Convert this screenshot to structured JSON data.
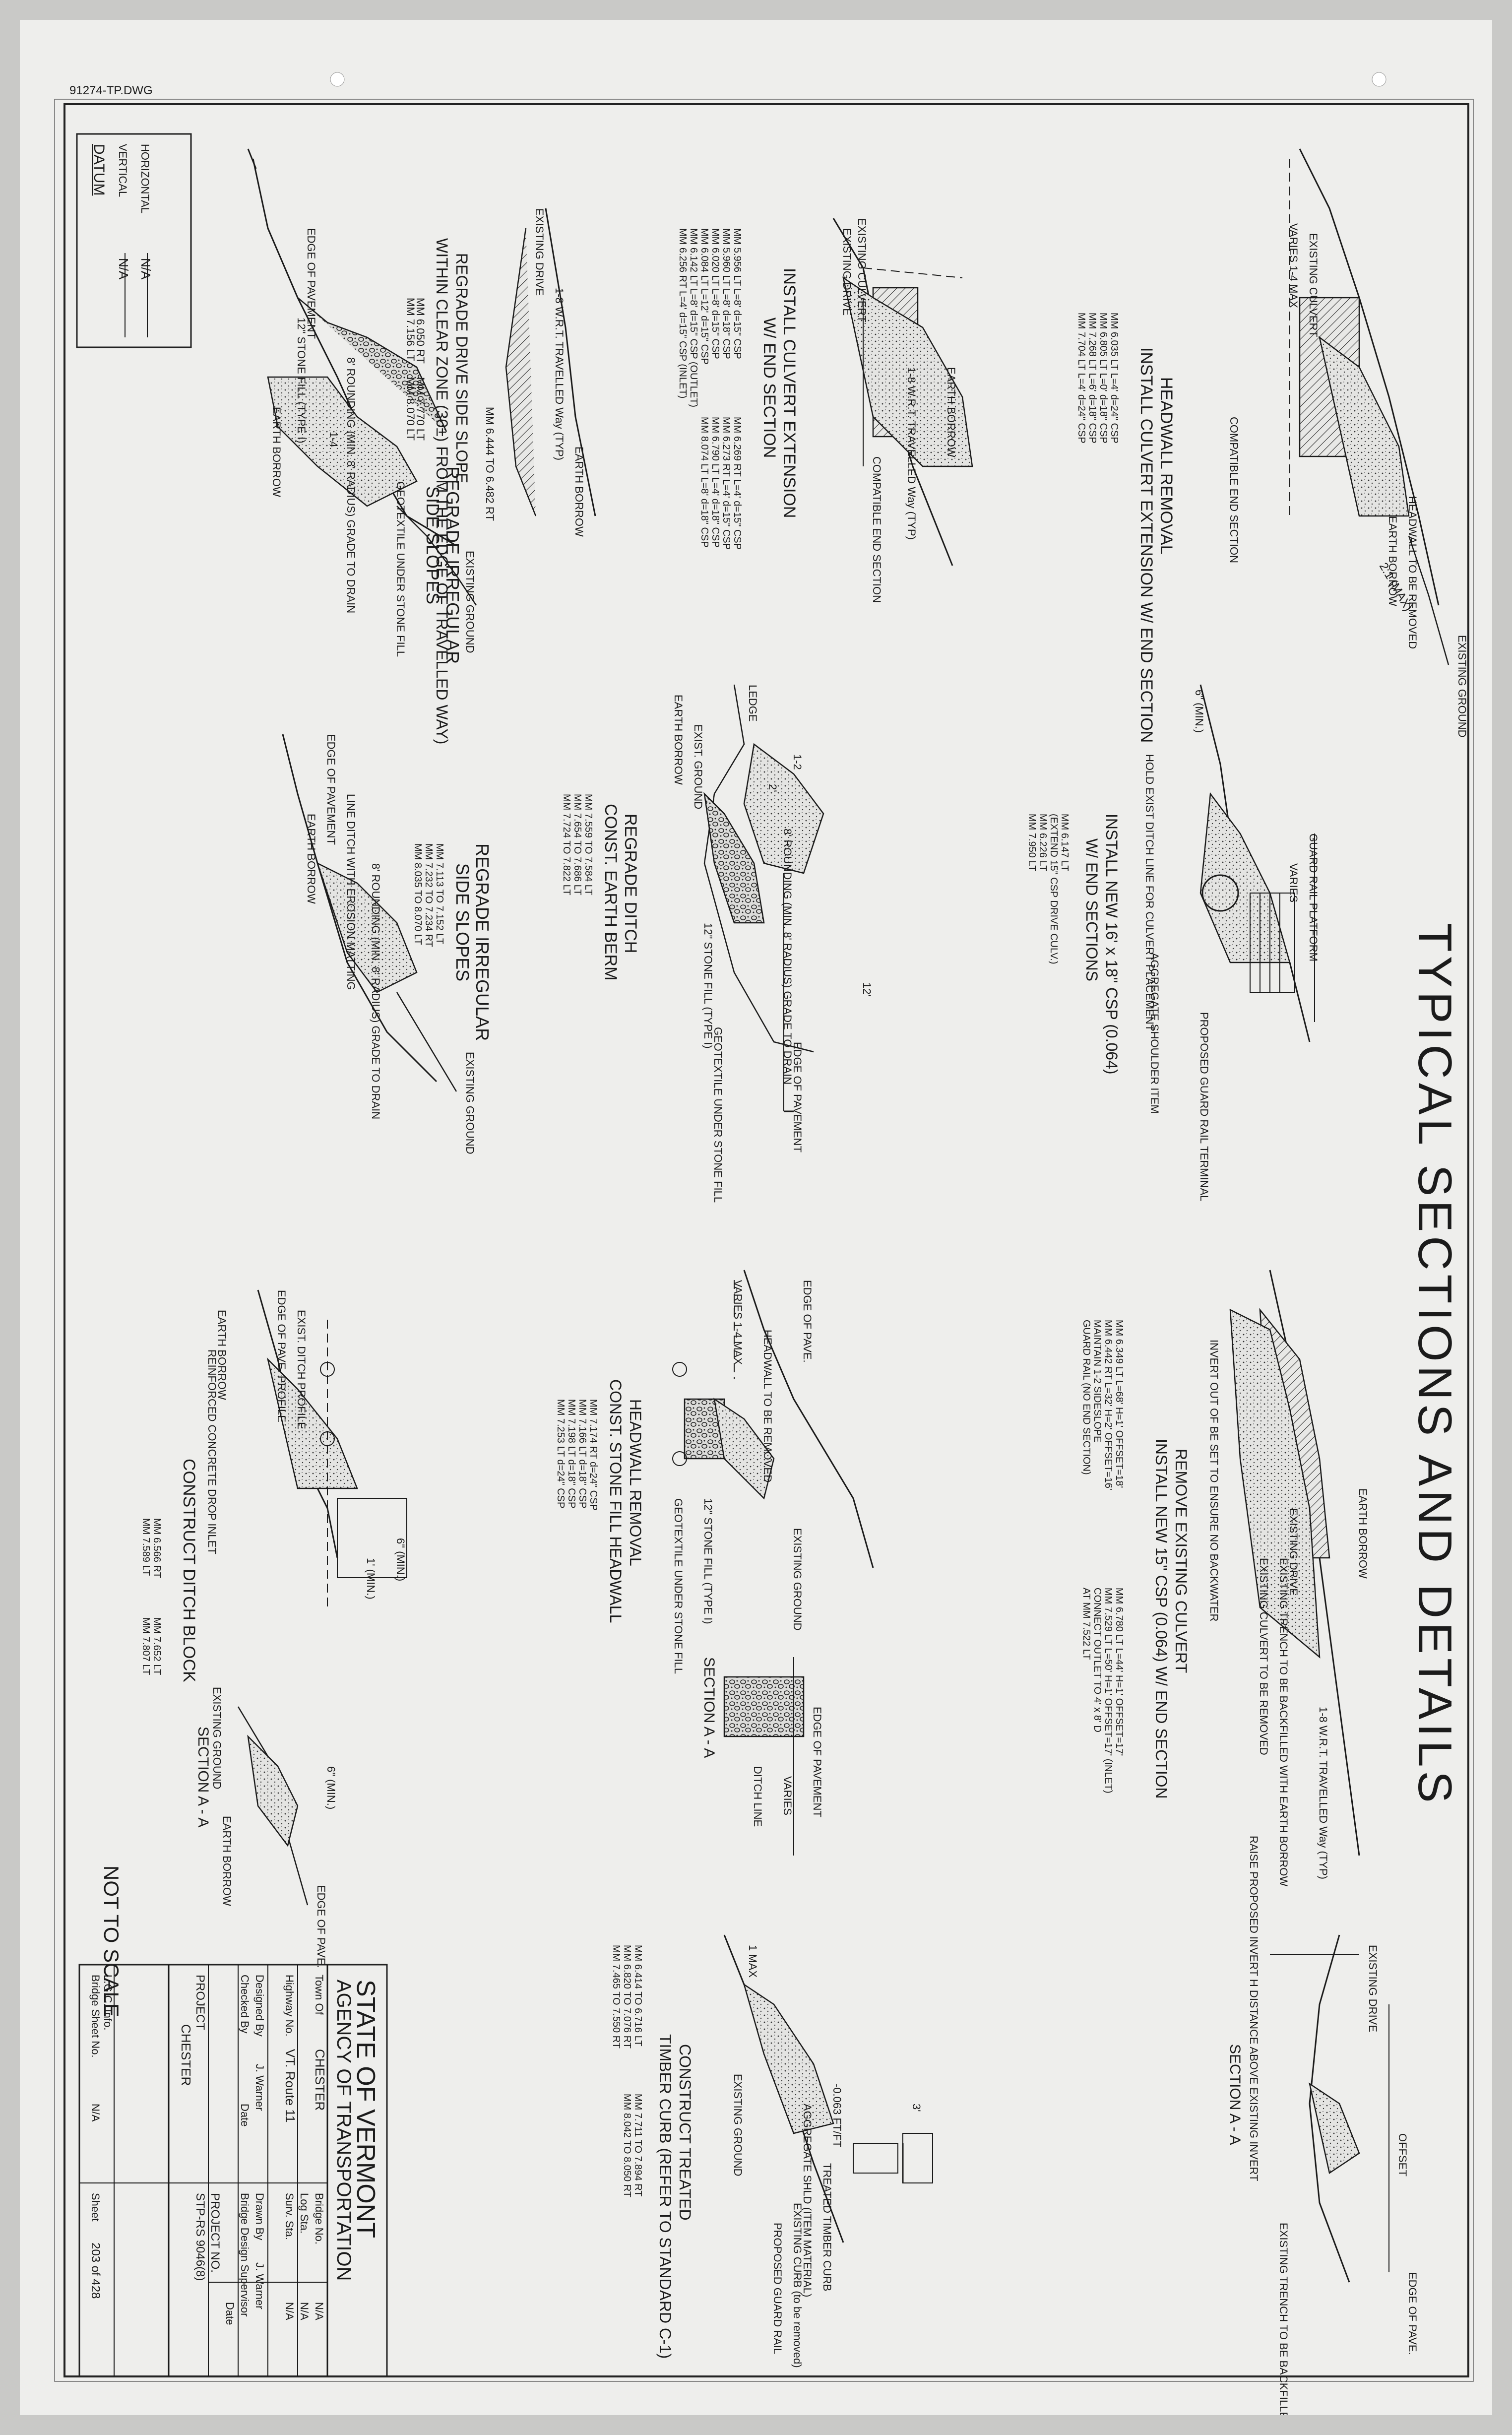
{
  "file_tag": "91274-TP.DWG",
  "title": "TYPICAL SECTIONS AND DETAILS",
  "scale_note": "NOT TO SCALE",
  "datum": {
    "heading": "DATUM",
    "vertical_label": "VERTICAL",
    "vertical_value": "N/A",
    "horizontal_label": "HORIZONTAL",
    "horizontal_value": "N/A"
  },
  "labels": {
    "existing_ground": "EXISTING GROUND",
    "earth_borrow": "EARTH BORROW",
    "edge_of_pavement": "EDGE OF PAVEMENT",
    "edge_of_pave": "EDGE OF PAVE.",
    "existing_drive": "EXISTING DRIVE",
    "existing_culvert": "EXISTING CULVERT",
    "headwall_to_be_removed": "HEADWALL TO BE REMOVED",
    "compatible_end_section": "COMPATIBLE END SECTION",
    "stone_fill_12": "12\" STONE FILL (TYPE I)",
    "geotextile_under_stone_fill": "GEOTEXTILE UNDER STONE FILL",
    "rounding": "8' ROUNDING (MIN. 8' RADIUS) GRADE TO DRAIN",
    "travelled_way": "1-8 W.R.T. TRAVELLED Way (TYP)",
    "slope_1_4": "1-4",
    "slope_1_2": "1-2",
    "slope_2_1_max": "2:1 (MAX)",
    "varies_1_4_max": "VARIES 1-4 MAX",
    "varies": "VARIES",
    "dim_2": "2'",
    "dim_6": "6\"",
    "dim_12": "12'",
    "dim_3": "3'",
    "dim_6_min": "6\" (MIN.)",
    "dim_1_min": "1' (MIN.)",
    "section_a_a": "SECTION A - A",
    "guard_rail_platform": "GUARD RAIL PLATFORM",
    "proposed_guard_rail_terminal": "PROPOSED GUARD RAIL TERMINAL",
    "aggregate_shoulder_item": "AGGREGATE SHOULDER ITEM",
    "aggregate_shld": "AGGREGATE SHLD (ITEM MATERIAL)",
    "hold_exist_ditch": "HOLD EXIST DITCH LINE FOR CULVERT PLACEMENT",
    "existing_trench": "EXISTING TRENCH TO BE BACKFILLED WITH EARTH BORROW",
    "existing_culvert_removed": "EXISTING CULVERT TO BE REMOVED",
    "invert_out": "INVERT OUT OF BE SET TO ENSURE NO BACKWATER",
    "raise_invert": "RAISE PROPOSED INVERT H DISTANCE ABOVE EXISTING INVERT",
    "offset": "OFFSET",
    "ledge": "LEDGE",
    "exist_ground": "EXIST. GROUND",
    "edge_of_pave_profile": "EDGE OF PAVE. PROFILE",
    "exist_ditch_profile": "EXIST. DITCH PROFILE",
    "reinforced_concrete_drop_inlet": "REINFORCED CONCRETE DROP INLET",
    "ditch_line": "DITCH LINE",
    "line_ditch_erosion": "LINE DITCH WITH EROSION MATTING",
    "treated_timber_curb": "TREATED TIMBER CURB",
    "existing_curb_removed": "EXISTING CURB (to be removed)",
    "proposed_guard_rail": "PROPOSED GUARD RAIL",
    "slope_063": "-0.063 FT/FT",
    "max_1": "1 MAX"
  },
  "details": [
    {
      "title": "HEADWALL REMOVAL",
      "subtitle": "INSTALL CULVERT EXTENSION W/ END SECTION",
      "locations": [
        "MM 6.035 LT  L=4'  d=24\" CSP",
        "MM 6.805 LT  L=0'  d=18\" CSP",
        "MM 7.268 LT  L=6'  d=18\" CSP",
        "MM 7.704 LT  L=4'  d=24\" CSP"
      ]
    },
    {
      "title": "INSTALL CULVERT EXTENSION",
      "subtitle": "W/ END SECTION",
      "locations": [
        "MM 5.956 LT  L=8'  d=15\" CSP",
        "MM 5.960 LT  L=8'  d=18\" CSP",
        "MM 6.020 LT  L=8'  d=15\" CSP",
        "MM 6.084 LT  L=12' d=15\" CSP",
        "MM 6.142 LT  L=8'  d=15\" CSP (OUTLET)",
        "MM 6.256 RT  L=4'  d=15\" CSP (INLET)",
        "MM 6.269 RT  L=4'  d=15\" CSP",
        "MM 6.273 RT  L=4'  d=15\" CSP",
        "MM 6.790 LT  L=4'  d=18\" CSP",
        "MM 8.074 LT  L=8'  d=18\" CSP"
      ]
    },
    {
      "title": "REGRADE DRIVE SIDE SLOPE",
      "subtitle": "WITHIN CLEAR ZONE (30±) FROM THE EDGE OF TRAVELLED WAY)",
      "locations": [
        "MM 6.050 RT",
        "MM 7.156 LT",
        "MM 7.770 LT",
        "MM 8.070 LT"
      ]
    },
    {
      "title": "REGRADE IRREGULAR",
      "subtitle": "SIDE SLOPES",
      "locations": [
        "MM 6.444 TO 6.482 RT"
      ]
    },
    {
      "title": "INSTALL NEW 16' x 18\" CSP (0.064)",
      "subtitle": "W/ END SECTIONS",
      "locations": [
        "MM 6.147 LT",
        "(EXTEND 15\" CSP DRIVE CULV.)",
        "MM 6.226 LT",
        "MM 7.950 LT"
      ]
    },
    {
      "title": "REGRADE DITCH",
      "subtitle": "CONST. EARTH BERM",
      "locations": [
        "MM 7.559 TO 7.584 LT",
        "MM 7.654 TO 7.686 LT",
        "MM 7.724 TO 7.822 LT"
      ]
    },
    {
      "title": "REGRADE IRREGULAR",
      "subtitle": "SIDE SLOPES",
      "locations": [
        "MM 7.113 TO 7.152 LT",
        "MM 7.232 TO 7.234 RT",
        "MM 8.035 TO 8.070 LT"
      ]
    },
    {
      "title": "REMOVE EXISTING CULVERT",
      "subtitle": "INSTALL NEW 15\" CSP (0.064) W/ END SECTION",
      "locations": [
        "MM 6.349 LT  L=68'  H=1'  OFFSET=18'",
        "MM 6.442 RT  L=32'  H=2'  OFFSET=16'",
        "MAINTAIN 1-2 SIDESLOPE",
        "GUARD RAIL (NO END SECTION)",
        "MM 6.780 LT  L=44'  H=1'  OFFSET=17'",
        "MM 7.529 LT  L=50'  H=1'  OFFSET=17' (INLET)",
        "CONNECT OUTLET TO 4' x 8' D",
        "AT MM 7.522 LT"
      ]
    },
    {
      "title": "HEADWALL REMOVAL",
      "subtitle": "CONST. STONE FILL HEADWALL",
      "locations": [
        "MM 7.174 RT  d=24\" CSP",
        "MM 7.166 LT  d=18\" CSP",
        "MM 7.198 LT  d=18\" CSP",
        "MM 7.253 LT  d=24\" CSP"
      ]
    },
    {
      "title": "CONSTRUCT DITCH BLOCK",
      "subtitle": "",
      "locations": [
        "MM 6.566 RT",
        "MM 7.589 LT",
        "MM 7.652 LT",
        "MM 7.807 LT"
      ]
    },
    {
      "title": "CONSTRUCT TREATED",
      "subtitle": "TIMBER CURB (REFER TO STANDARD C-1)",
      "locations": [
        "MM 6.414 TO 6.716 LT",
        "MM 6.820 TO 7.076 RT",
        "MM 7.465 TO 7.550 RT",
        "MM 7.711 TO 7.894 RT",
        "MM 8.042 TO 8.050 RT"
      ]
    }
  ],
  "title_block": {
    "agency_line1": "STATE OF VERMONT",
    "agency_line2": "AGENCY OF TRANSPORTATION",
    "town_label": "Town Of",
    "town_value": "CHESTER",
    "highway_label": "Highway No.",
    "highway_value": "VT. Route 11",
    "bridge_label": "Bridge No.",
    "bridge_value": "N/A",
    "log_label": "Log Sta.",
    "log_value": "N/A",
    "surv_label": "Surv. Sta.",
    "surv_value": "N/A",
    "designed_label": "Designed By",
    "designed_value": "J. Warner",
    "drawn_label": "Drawn By",
    "drawn_value": "J. Warner",
    "checked_label": "Checked By",
    "date_label": "Date",
    "supervisor_label": "Bridge Design Supervisor",
    "project_label": "PROJECT",
    "project_value": "CHESTER",
    "project_no_label": "PROJECT NO.",
    "project_no_value": "STP-RS 9046(8)",
    "lgc_label": "L.G.C. Info.",
    "bridge_sheet_label": "Bridge Sheet No.",
    "bridge_sheet_value": "N/A",
    "sheet_label": "Sheet",
    "sheet_value": "203 of 428"
  }
}
